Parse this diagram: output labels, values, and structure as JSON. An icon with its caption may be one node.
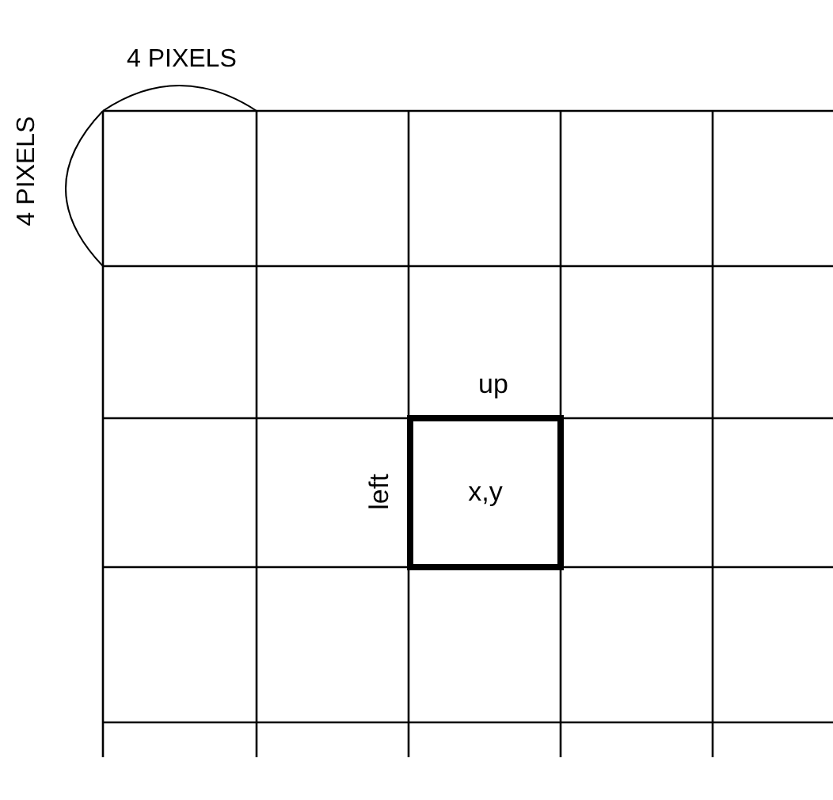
{
  "diagram": {
    "nodes": [
      {
        "text": [
          "x,y"
        ],
        "beside": [
          "up",
          "left"
        ]
      }
    ],
    "labels": [
      "4 PIXELS",
      "4 PIXELS"
    ]
  }
}
